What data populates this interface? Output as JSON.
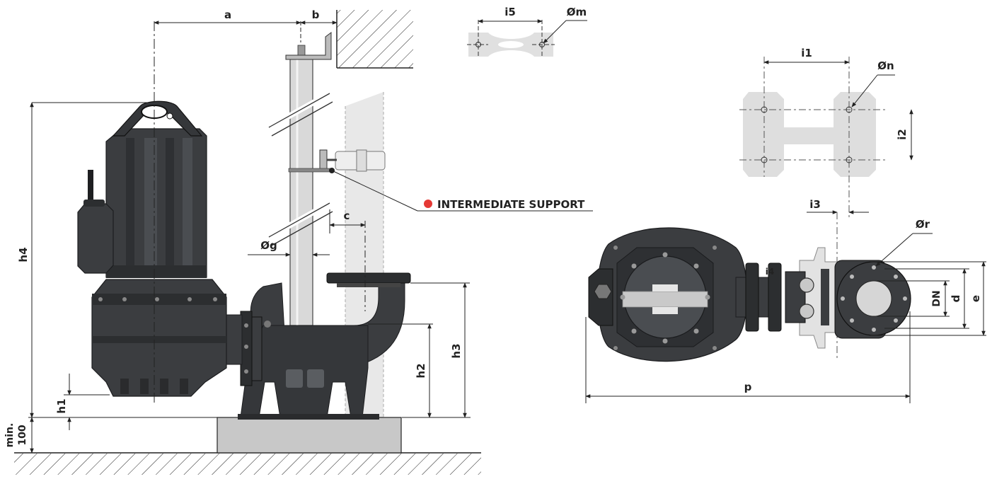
{
  "labels": {
    "a": "a",
    "b": "b",
    "c": "c",
    "g": "Øg",
    "h1": "h1",
    "h2": "h2",
    "h3": "h3",
    "h4": "h4",
    "min_top": "min.",
    "min_bottom": "100",
    "i5": "i5",
    "m": "Øm",
    "i1": "i1",
    "n": "Øn",
    "i2": "i2",
    "i3": "i3",
    "i4": "i4",
    "r": "Ør",
    "DN": "DN",
    "d": "d",
    "e": "e",
    "p": "p",
    "support": "INTERMEDIATE SUPPORT"
  },
  "colors": {
    "pump": "#3b3d40",
    "pump_dark": "#26282a",
    "pump_light": "#55585c",
    "pipe": "#d9d9d9",
    "ghost": "#e2e2e2",
    "base": "#c8c8c8",
    "line": "#222222",
    "accent_dot": "#e53935"
  }
}
